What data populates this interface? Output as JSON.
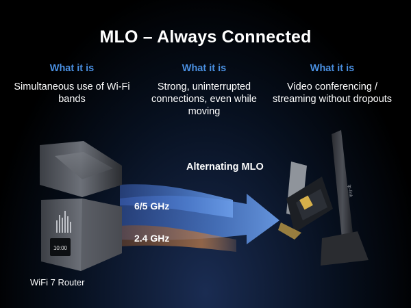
{
  "title": "MLO – Always Connected",
  "columns": [
    {
      "heading": "What it is",
      "body": "Simultaneous use of Wi-Fi bands"
    },
    {
      "heading": "What it is",
      "body": "Strong, uninterrupted connections, even while moving"
    },
    {
      "heading": "What it is",
      "body": "Video conferencing / streaming without dropouts"
    }
  ],
  "diagram": {
    "alternating_label": "Alternating MLO",
    "band_high": "6/5 GHz",
    "band_low": "2.4 GHz",
    "router_label": "WiFi 7 Router",
    "router_clock": "10:00",
    "brand_mark": "tp-link"
  },
  "colors": {
    "accent_blue": "#4a90e2",
    "band_high": "#4f7fd1",
    "band_low": "#b0754a"
  }
}
